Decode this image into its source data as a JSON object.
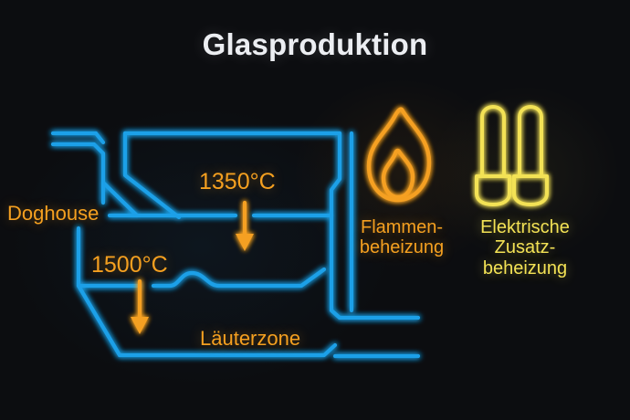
{
  "page": {
    "title": "Glasproduktion",
    "background_color": "#0c0d10"
  },
  "colors": {
    "title_text": "#eceef2",
    "furnace_outline_blue": "#1fa0e8",
    "temperature_orange": "#f5a020",
    "flame_orange": "#f5a020",
    "electric_yellow": "#f3e255"
  },
  "diagram": {
    "name": "glass-furnace-cross-section",
    "labels": {
      "doghouse": "Doghouse",
      "temperature_upper": "1350°C",
      "temperature_lower": "1500°C",
      "refining_zone": "Läuterzone"
    }
  },
  "legend": {
    "flame_heating": {
      "icon": "flame-icon",
      "line1": "Flammen-",
      "line2": "beheizung"
    },
    "electric_heating": {
      "icon": "electrode-icon",
      "line1": "Elektrische",
      "line2": "Zusatz-",
      "line3": "beheizung"
    }
  }
}
